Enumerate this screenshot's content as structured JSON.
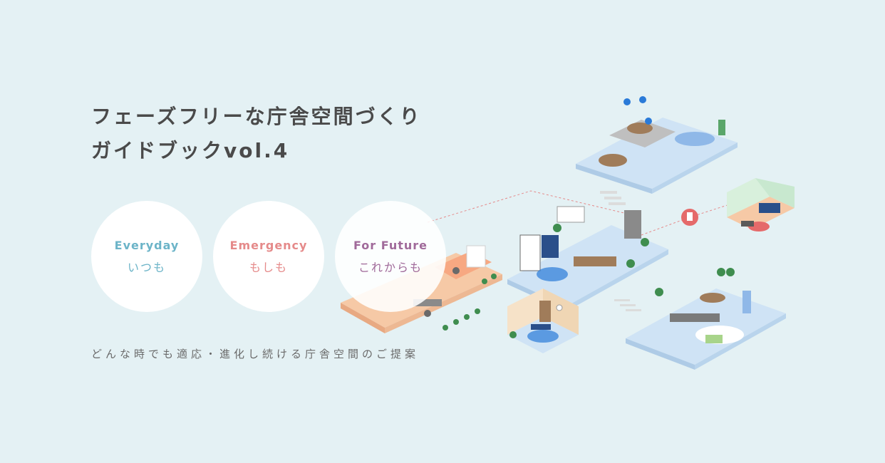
{
  "title": {
    "line1": "フェーズフリーな庁舎空間づくり",
    "line2": "ガイドブックvol.4"
  },
  "phases": [
    {
      "en": "Everyday",
      "jp": "いつも"
    },
    {
      "en": "Emergency",
      "jp": "もしも"
    },
    {
      "en": "For Future",
      "jp": "これからも"
    }
  ],
  "subtitle": "どんな時でも適応・進化し続ける庁舎空間のご提案",
  "colors": {
    "background": "#e4f1f4",
    "everyday": "#6cb4c8",
    "emergency": "#e58a8a",
    "future": "#a06a9a",
    "floor": "#cfe3f5",
    "accent_red": "#e56a6a"
  }
}
